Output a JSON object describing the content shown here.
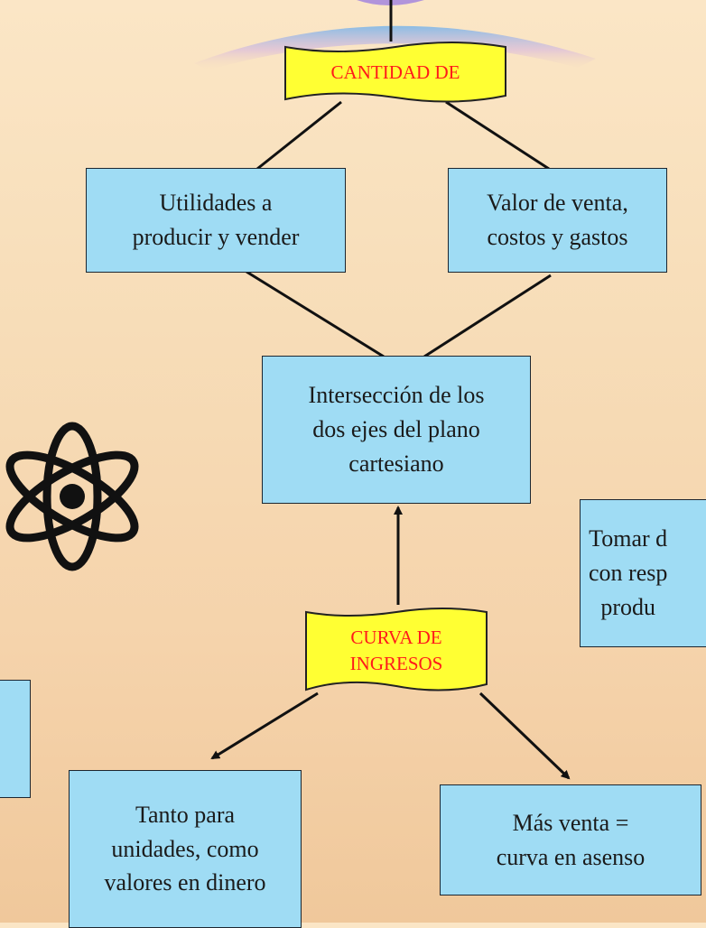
{
  "top_banner": {
    "label": "CANTIDAD DE"
  },
  "mid_banner": {
    "label": "CURVA DE\nINGRESOS"
  },
  "boxes": {
    "utilidades": "Utilidades a\nproducir y vender",
    "valor_venta": "Valor de venta,\ncostos y gastos",
    "interseccion": "Intersección de los\ndos ejes del plano\ncartesiano",
    "tomar": "Tomar d\ncon resp\nprodu",
    "tanto": "Tanto para\nunidades, como\nvalores en dinero",
    "mas_venta": "Más venta =\ncurva en asenso"
  },
  "icons": {
    "atom": "atom-icon"
  },
  "colors": {
    "box_fill": "#9fdcf4",
    "banner_fill": "#ffff33",
    "banner_text": "#ff1a1a",
    "background": "#f7ddb8"
  }
}
